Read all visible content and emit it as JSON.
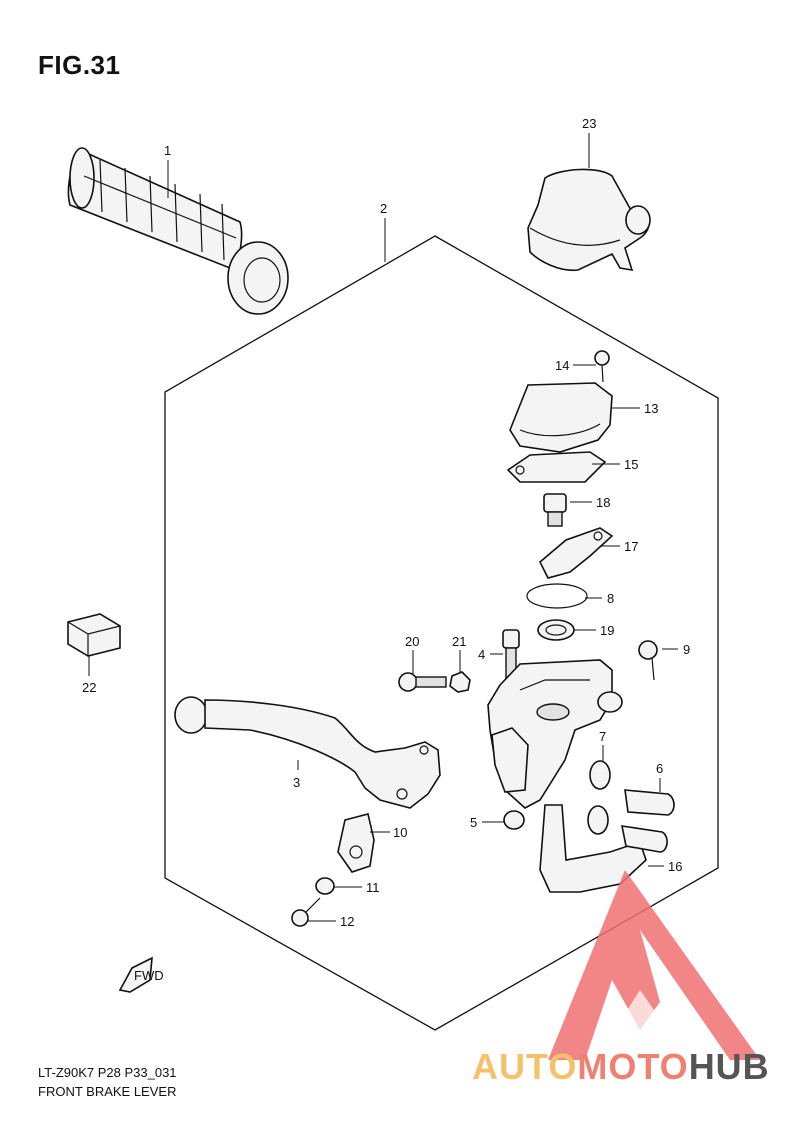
{
  "figure": {
    "title": "FIG.31"
  },
  "footer": {
    "model_code": "LT-Z90K7 P28 P33_031",
    "description": "FRONT BRAKE LEVER"
  },
  "callouts": [
    "1",
    "2",
    "3",
    "4",
    "5",
    "6",
    "7",
    "8",
    "9",
    "10",
    "11",
    "12",
    "13",
    "14",
    "15",
    "16",
    "17",
    "18",
    "19",
    "20",
    "21",
    "22",
    "23"
  ],
  "fwd_label": "FWD",
  "watermark": {
    "part1": "AUTO",
    "part2": "MOTO",
    "part3": "HUB",
    "colors": {
      "auto": "#f5c26b",
      "moto": "#f08070",
      "hub": "#555555",
      "triangle": "#f07070"
    }
  }
}
